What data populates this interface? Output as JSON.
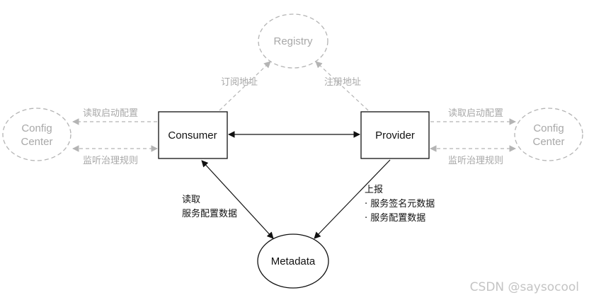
{
  "diagram": {
    "nodes": {
      "registry": "Registry",
      "consumer": "Consumer",
      "provider": "Provider",
      "metadata": "Metadata",
      "config_left": [
        "Config",
        "Center"
      ],
      "config_right": [
        "Config",
        "Center"
      ]
    },
    "edge_labels": {
      "subscribe": "订阅地址",
      "register": "注册地址",
      "read_startup_config_left": "读取启动配置",
      "listen_rules_left": "监听治理规则",
      "read_startup_config_right": "读取启动配置",
      "listen_rules_right": "监听治理规则",
      "consumer_metadata": [
        "读取",
        "服务配置数据"
      ],
      "provider_metadata": [
        "上报",
        "· 服务签名元数据",
        "· 服务配置数据"
      ]
    }
  },
  "watermark": "CSDN @saysocool"
}
